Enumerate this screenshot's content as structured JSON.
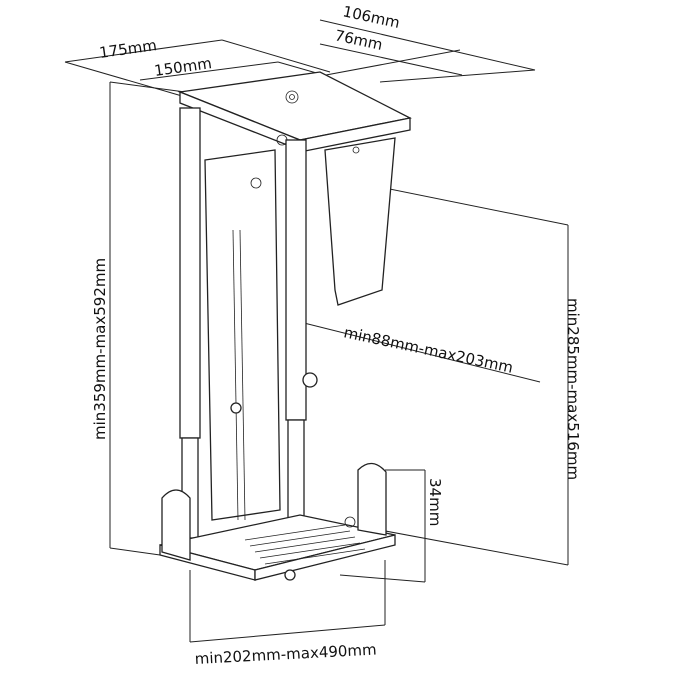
{
  "title": "Under-desk PC holder dimensions",
  "dimensions": {
    "top_outer_width": "175mm",
    "top_inner_width": "150mm",
    "top_outer_depth": "106mm",
    "top_inner_depth": "76mm",
    "total_height": "min359mm-max592mm",
    "clamp_height": "min285mm-max516mm",
    "case_width": "min88mm-max203mm",
    "lip_height": "34mm",
    "case_depth": "min202mm-max490mm"
  },
  "colors": {
    "line": "#222222",
    "background": "#ffffff"
  }
}
